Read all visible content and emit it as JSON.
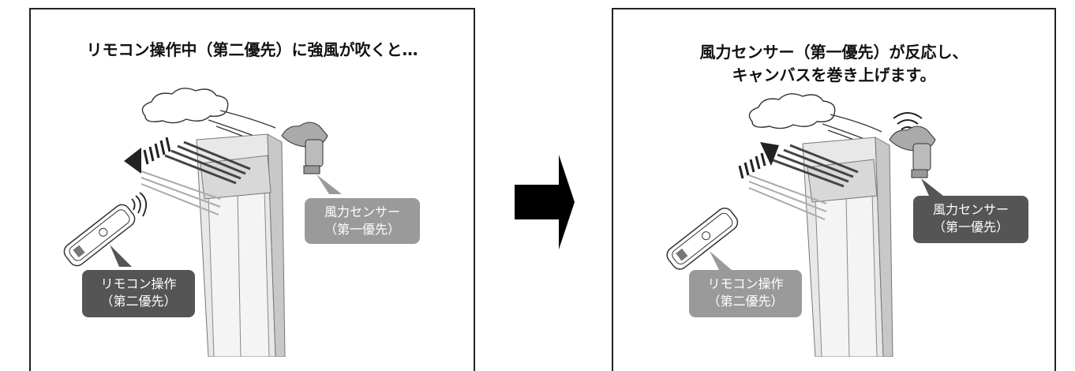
{
  "left_panel": {
    "title": "リモコン操作中（第二優先）に強風が吹くと…",
    "sensor_label": {
      "line1": "風力センサー",
      "line2": "（第一優先）"
    },
    "remote_label": {
      "line1": "リモコン操作",
      "line2": "（第二優先）"
    }
  },
  "right_panel": {
    "title_line1": "風力センサー（第一優先）が反応し、",
    "title_line2": "キャンバスを巻き上げます。",
    "sensor_label": {
      "line1": "風力センサー",
      "line2": "（第一優先）"
    },
    "remote_label": {
      "line1": "リモコン操作",
      "line2": "（第二優先）"
    }
  },
  "colors": {
    "dark_callout": "#555555",
    "light_callout": "#9a9a9a",
    "frame": "#222222"
  }
}
